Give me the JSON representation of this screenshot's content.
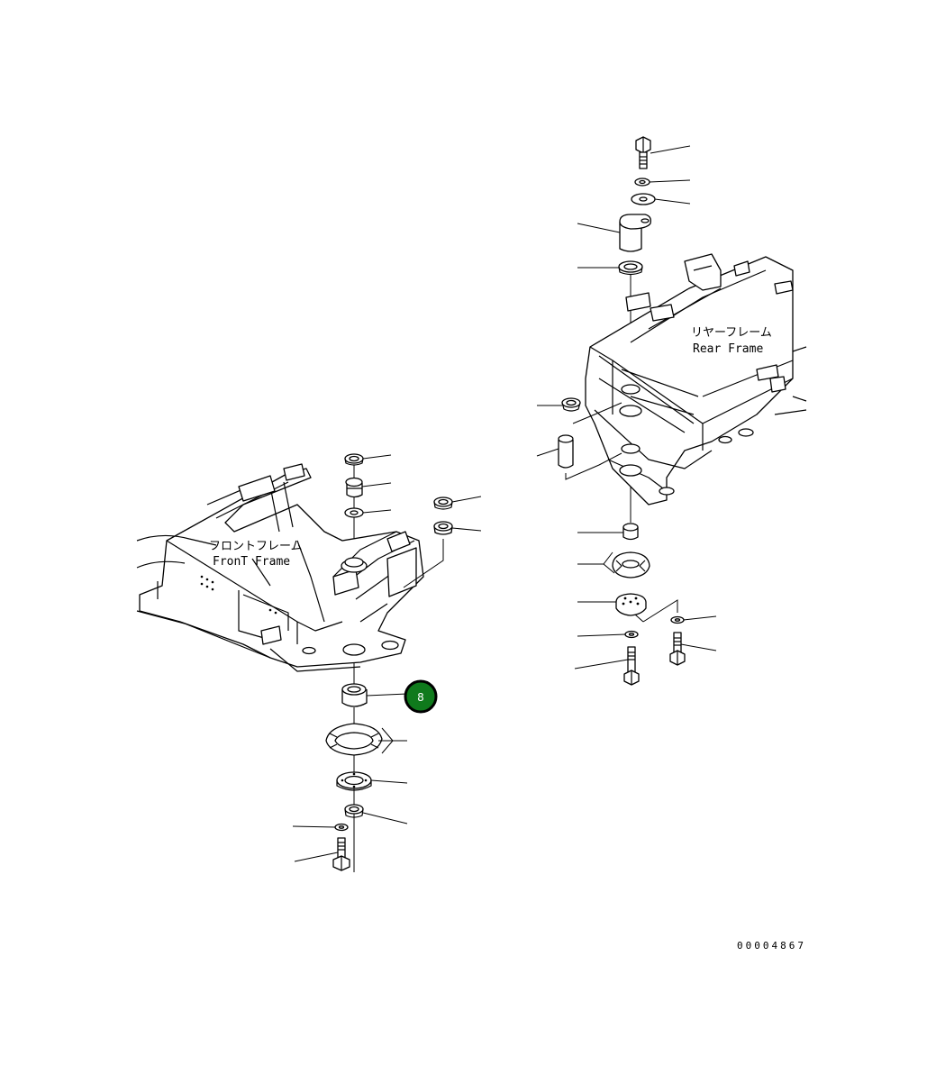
{
  "diagram": {
    "front_frame": {
      "label_jp": "フロントフレーム",
      "label_en": "FronT Frame"
    },
    "rear_frame": {
      "label_jp": "リヤーフレーム",
      "label_en": "Rear Frame"
    },
    "callouts": [
      {
        "number": "8",
        "color": "#0f7a1c"
      }
    ],
    "drawing_number": "00004867"
  }
}
